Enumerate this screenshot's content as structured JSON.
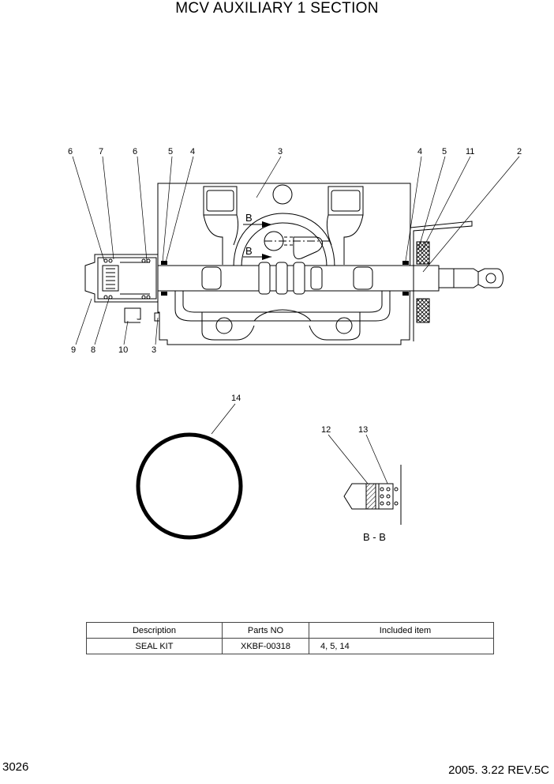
{
  "title": "MCV AUXILIARY 1 SECTION",
  "callouts": {
    "top": [
      "6",
      "7",
      "6",
      "5",
      "4",
      "3",
      "4",
      "5",
      "11",
      "2"
    ],
    "bottom": [
      "9",
      "8",
      "10",
      "3"
    ],
    "ring": "14",
    "detail": [
      "12",
      "13"
    ]
  },
  "section_marks": [
    "B",
    "B"
  ],
  "section_label": "B - B",
  "table": {
    "headers": [
      "Description",
      "Parts NO",
      "Included item"
    ],
    "rows": [
      [
        "SEAL KIT",
        "XKBF-00318",
        "4, 5, 14"
      ]
    ]
  },
  "footer": {
    "page": "3026",
    "revision": "2005. 3.22 REV.5C"
  }
}
